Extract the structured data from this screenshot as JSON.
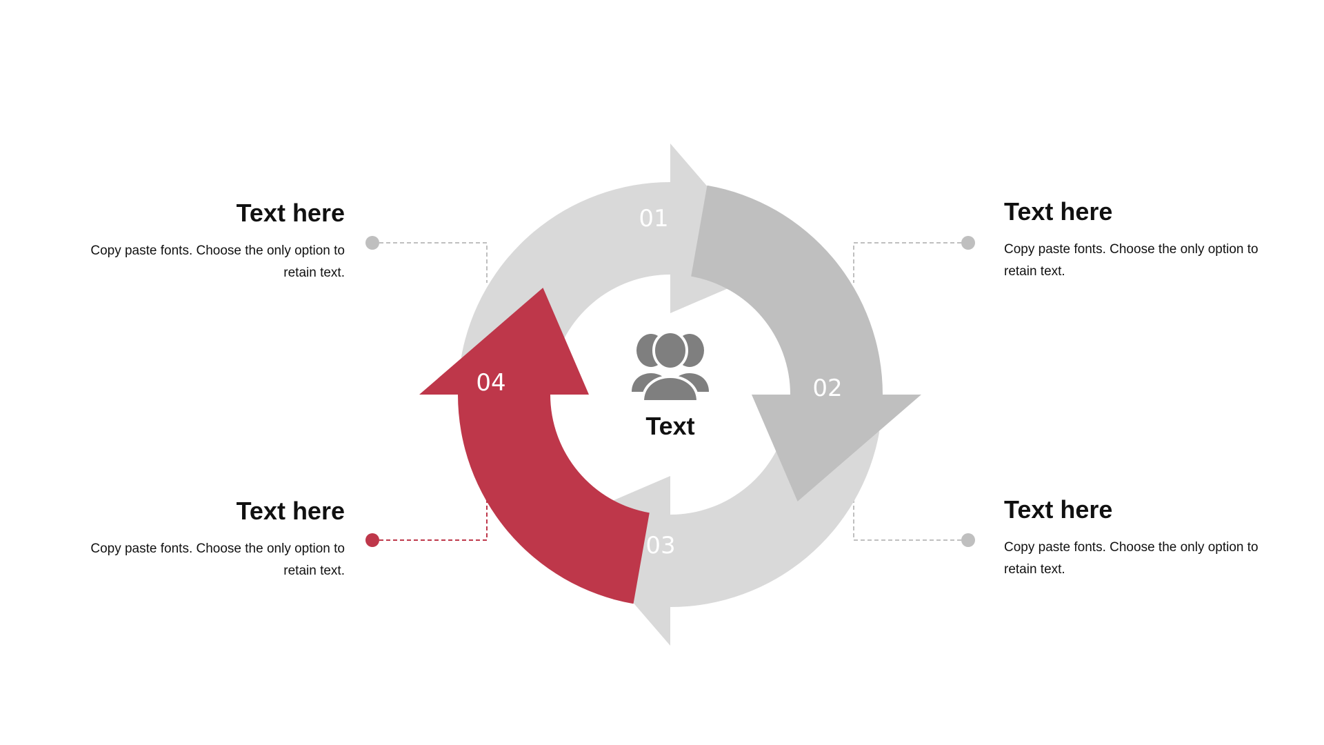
{
  "center": {
    "label": "Text",
    "icon": "users-group-icon"
  },
  "segments": [
    {
      "number": "01",
      "color": "#d9d9d9"
    },
    {
      "number": "02",
      "color": "#bfbfbf"
    },
    {
      "number": "03",
      "color": "#d9d9d9"
    },
    {
      "number": "04",
      "color": "#be374a"
    }
  ],
  "blocks": {
    "top_left": {
      "title": "Text here",
      "body": "Copy paste fonts. Choose the only option to retain text."
    },
    "top_right": {
      "title": "Text here",
      "body": "Copy paste fonts. Choose the only option to retain text."
    },
    "bottom_left": {
      "title": "Text here",
      "body": "Copy paste fonts. Choose the only option to retain text."
    },
    "bottom_right": {
      "title": "Text here",
      "body": "Copy paste fonts. Choose the only option to retain text."
    }
  },
  "colors": {
    "accent": "#be374a",
    "connector_gray": "#bfbfbf",
    "icon_gray": "#7f7f7f"
  }
}
